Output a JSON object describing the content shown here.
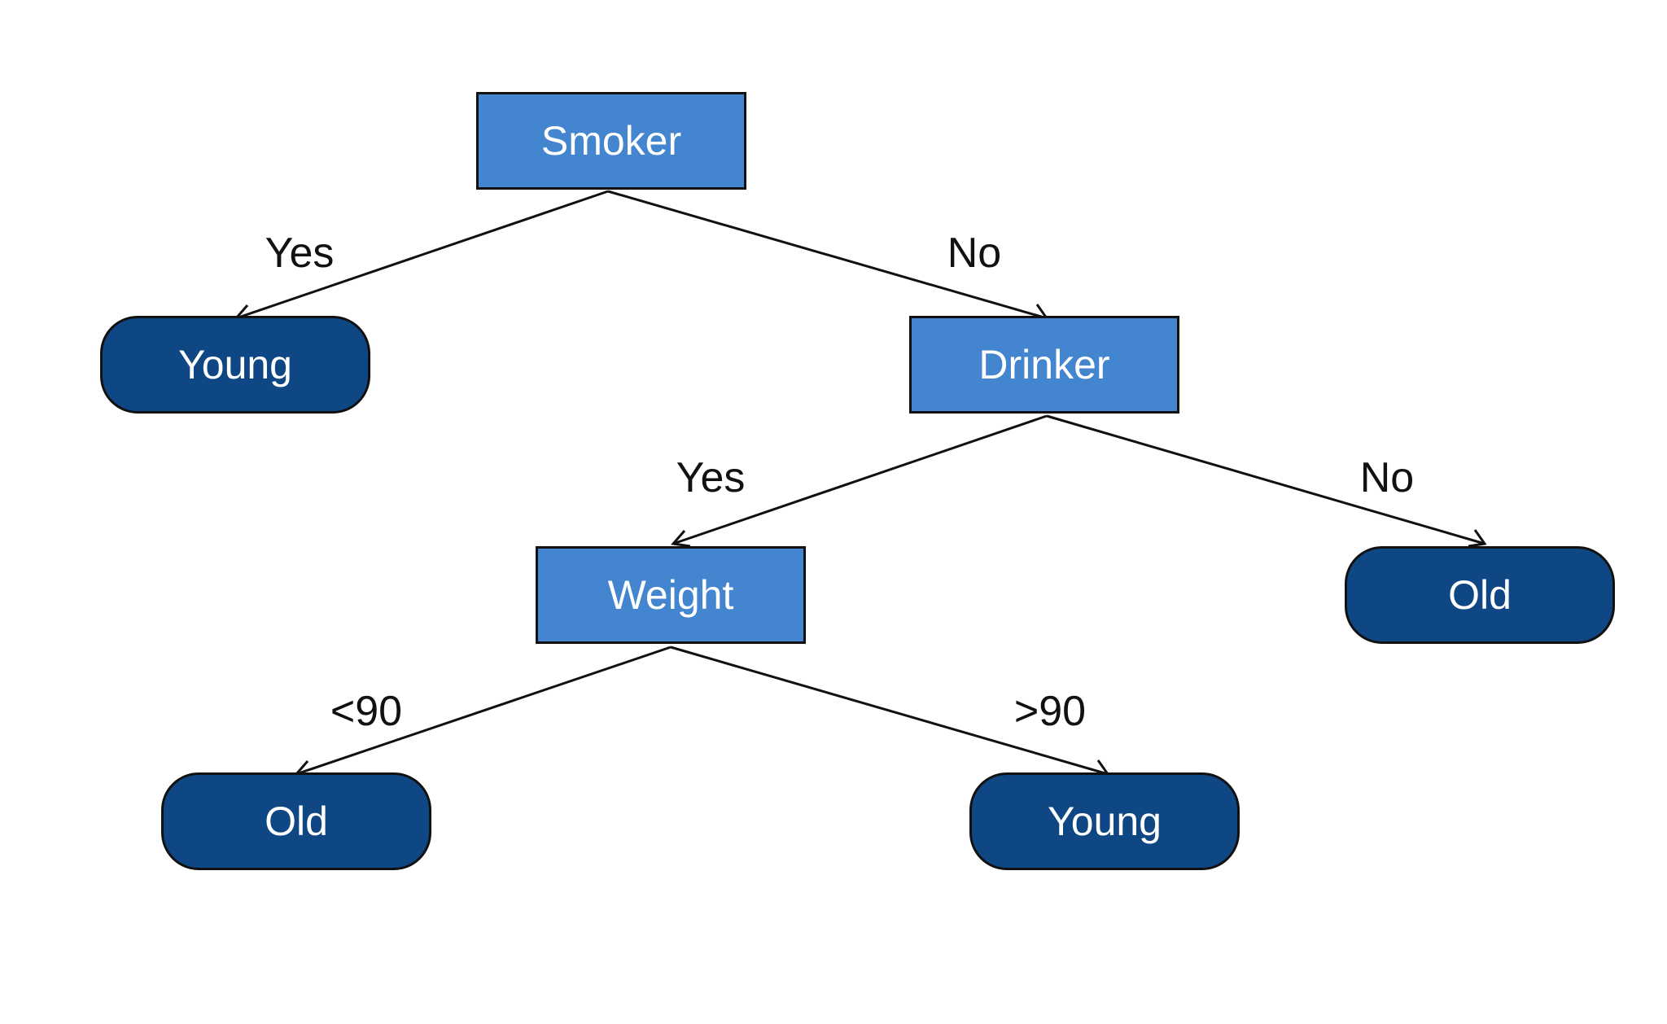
{
  "colors": {
    "decision_fill": "#4386cf",
    "leaf_fill": "#0e4783",
    "border": "#111111",
    "node_text": "#ffffff",
    "edge": "#111111"
  },
  "nodes": {
    "smoker": {
      "label": "Smoker",
      "kind": "decision"
    },
    "young_1": {
      "label": "Young",
      "kind": "leaf"
    },
    "drinker": {
      "label": "Drinker",
      "kind": "decision"
    },
    "weight": {
      "label": "Weight",
      "kind": "decision"
    },
    "old_1": {
      "label": "Old",
      "kind": "leaf"
    },
    "old_2": {
      "label": "Old",
      "kind": "leaf"
    },
    "young_2": {
      "label": "Young",
      "kind": "leaf"
    }
  },
  "edges": [
    {
      "from": "smoker",
      "to": "young_1",
      "label": "Yes"
    },
    {
      "from": "smoker",
      "to": "drinker",
      "label": "No"
    },
    {
      "from": "drinker",
      "to": "weight",
      "label": "Yes"
    },
    {
      "from": "drinker",
      "to": "old_1",
      "label": "No"
    },
    {
      "from": "weight",
      "to": "old_2",
      "label": "<90"
    },
    {
      "from": "weight",
      "to": "young_2",
      "label": ">90"
    }
  ]
}
